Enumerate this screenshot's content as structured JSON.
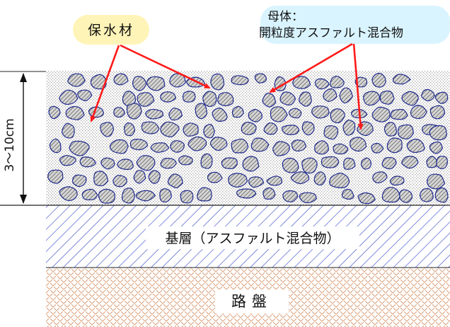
{
  "labels": {
    "water_retention": "保水材",
    "matrix_line1": "母体：",
    "matrix_line2": "開粒度アスファルト混合物",
    "thickness": "3〜10cm",
    "base_layer": "基層（アスファルト混合物）",
    "subbase": "路盤"
  },
  "colors": {
    "stone_outline": "#1f2a8c",
    "stone_hatch": "#7a7a7a",
    "matrix_dots": "#a8a8a8",
    "base_hatch": "#3f50c8",
    "subbase_hatch": "#d9a07a",
    "arrow": "#ff1a1a",
    "bubble_yellow": "#fff4b8",
    "bubble_cyan": "#d9f4ff"
  }
}
